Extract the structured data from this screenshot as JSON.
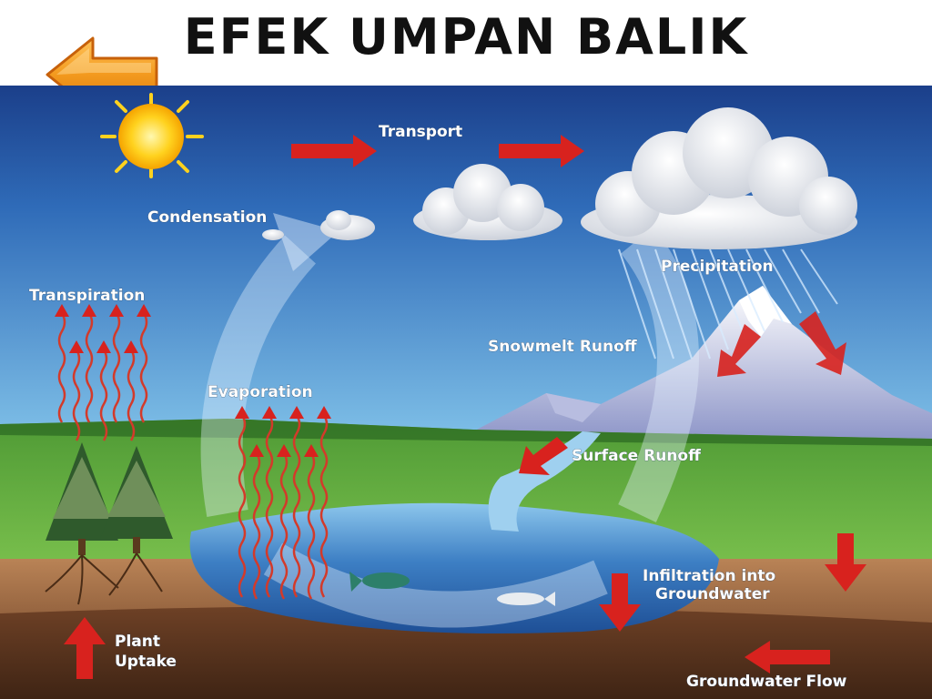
{
  "slide": {
    "title": "Efek Umpan Balik"
  },
  "colors": {
    "sky_top": "#1b3f8a",
    "sky_bottom": "#5fa6dc",
    "water": "#3d7fc4",
    "grass": "#5aa63a",
    "soil": "#8a5a38",
    "arrow_red": "#d8221e",
    "back_arrow": "#f39a1e"
  },
  "diagram": {
    "labels": {
      "transport": "Transport",
      "condensation": "Condensation",
      "precipitation": "Precipitation",
      "transpiration": "Transpiration",
      "snowmelt_runoff": "Snowmelt Runoff",
      "evaporation": "Evaporation",
      "surface_runoff": "Surface Runoff",
      "infiltration_line1": "Infiltration into",
      "infiltration_line2": "Groundwater",
      "plant_uptake_line1": "Plant",
      "plant_uptake_line2": "Uptake",
      "groundwater_flow": "Groundwater Flow"
    }
  }
}
